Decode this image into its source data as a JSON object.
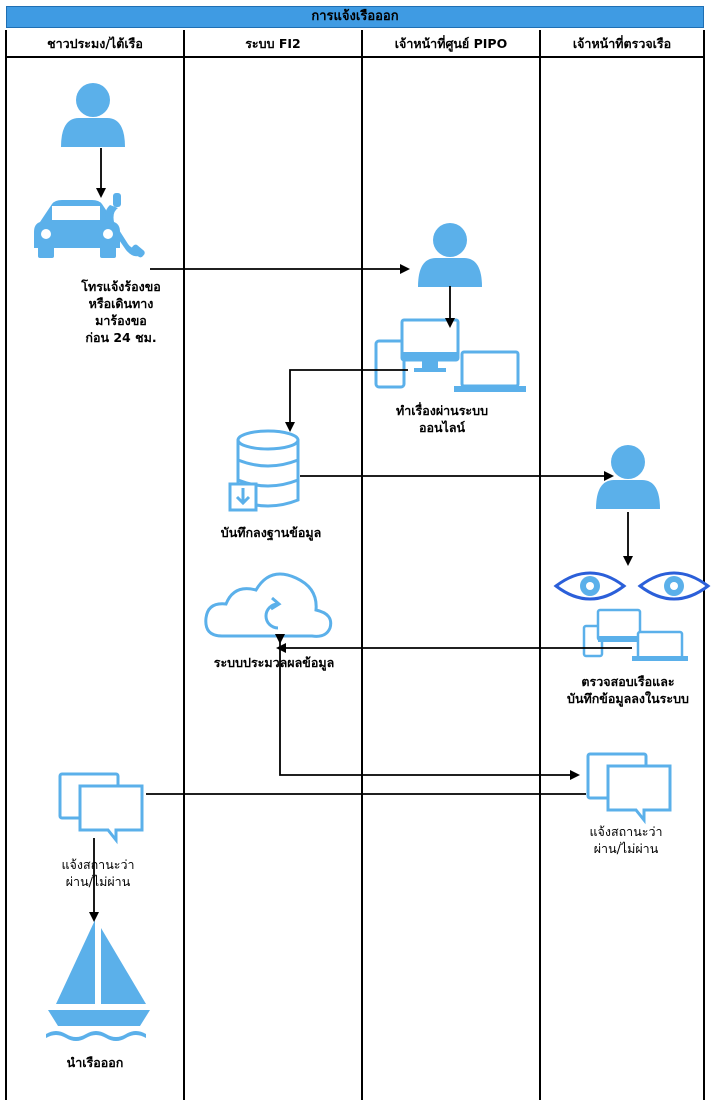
{
  "title": "การแจ้งเรือออก",
  "lanes": [
    {
      "label": "ชาวประมง/ไต้เรือ"
    },
    {
      "label": "ระบบ FI2"
    },
    {
      "label": "เจ้าหน้าที่ศูนย์ PIPO"
    },
    {
      "label": "เจ้าหน้าที่ตรวจเรือ"
    }
  ],
  "steps": {
    "call_request": [
      "โทรแจ้งร้องขอ",
      "หรือเดินทาง",
      "มาร้องขอ",
      "ก่อน 24 ชม."
    ],
    "online_process": [
      "ทำเรื่องผ่านระบบ",
      "ออนไลน์"
    ],
    "save_database": "บันทึกลงฐานข้อมูล",
    "process_data": "ระบบประมวลผลข้อมูล",
    "inspect_record": [
      "ตรวจสอบเรือและ",
      "บันทึกข้อมูลลงในระบบ"
    ],
    "notify_status_officer": [
      "แจ้งสถานะว่า",
      "ผ่าน/ไม่ผ่าน"
    ],
    "notify_status_fisher": [
      "แจ้งสถานะว่า",
      "ผ่าน/ไม่ผ่าน"
    ],
    "depart": "นำเรือออก"
  },
  "colors": {
    "icon": "#5bb0ea",
    "header": "#3f9be3",
    "eye_outline": "#2b5fd9"
  }
}
